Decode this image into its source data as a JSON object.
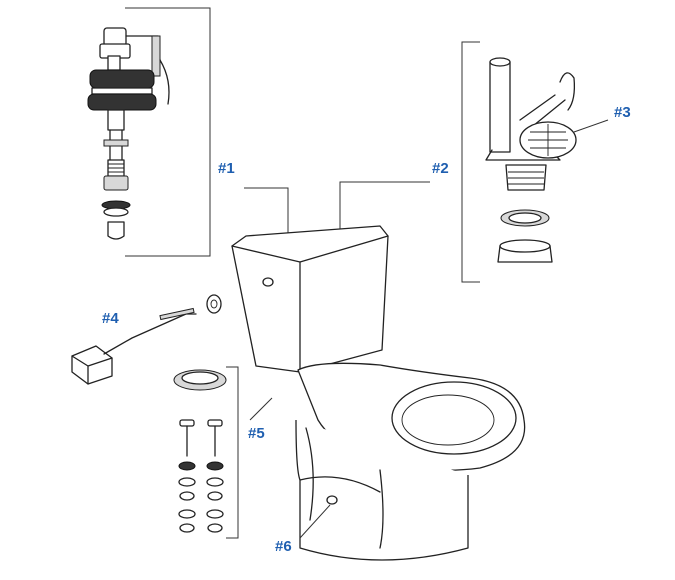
{
  "callouts": [
    {
      "id": "part-1",
      "label": "#1"
    },
    {
      "id": "part-2",
      "label": "#2"
    },
    {
      "id": "part-3",
      "label": "#3"
    },
    {
      "id": "part-4",
      "label": "#4"
    },
    {
      "id": "part-5",
      "label": "#5"
    },
    {
      "id": "part-6",
      "label": "#6"
    }
  ],
  "colors": {
    "callout": "#1f5fb0",
    "line": "#222222",
    "background": "#ffffff"
  }
}
